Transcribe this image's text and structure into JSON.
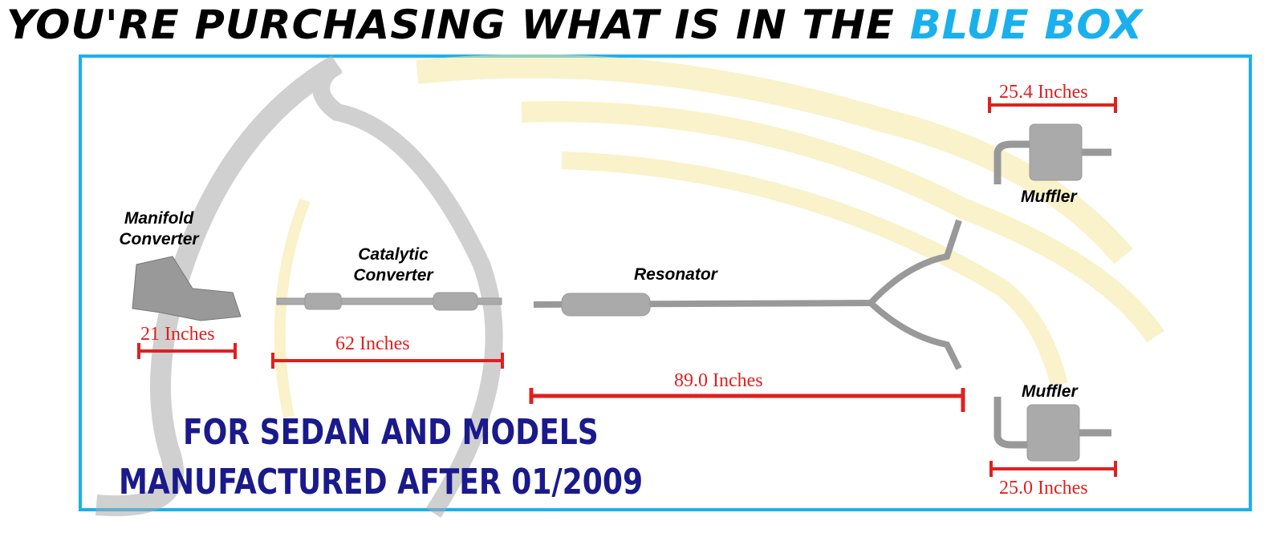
{
  "header": {
    "text_main": "YOU'RE PURCHASING WHAT IS IN THE",
    "text_accent": "BLUE BOX"
  },
  "parts": {
    "manifold": "Manifold Converter",
    "catalytic": "Catalytic Converter",
    "resonator": "Resonator",
    "muffler_top": "Muffler",
    "muffler_bottom": "Muffler"
  },
  "dimensions": {
    "manifold": "21 Inches",
    "catalytic": "62 Inches",
    "resonator": "89.0 Inches",
    "muffler_top": "25.4 Inches",
    "muffler_bottom": "25.0 Inches"
  },
  "note": {
    "line1": "FOR SEDAN AND MODELS",
    "line2": "MANUFACTURED AFTER 01/2009"
  },
  "colors": {
    "accent": "#1ab0ee",
    "dimension": "#e02020",
    "note": "#1a1a8c"
  }
}
